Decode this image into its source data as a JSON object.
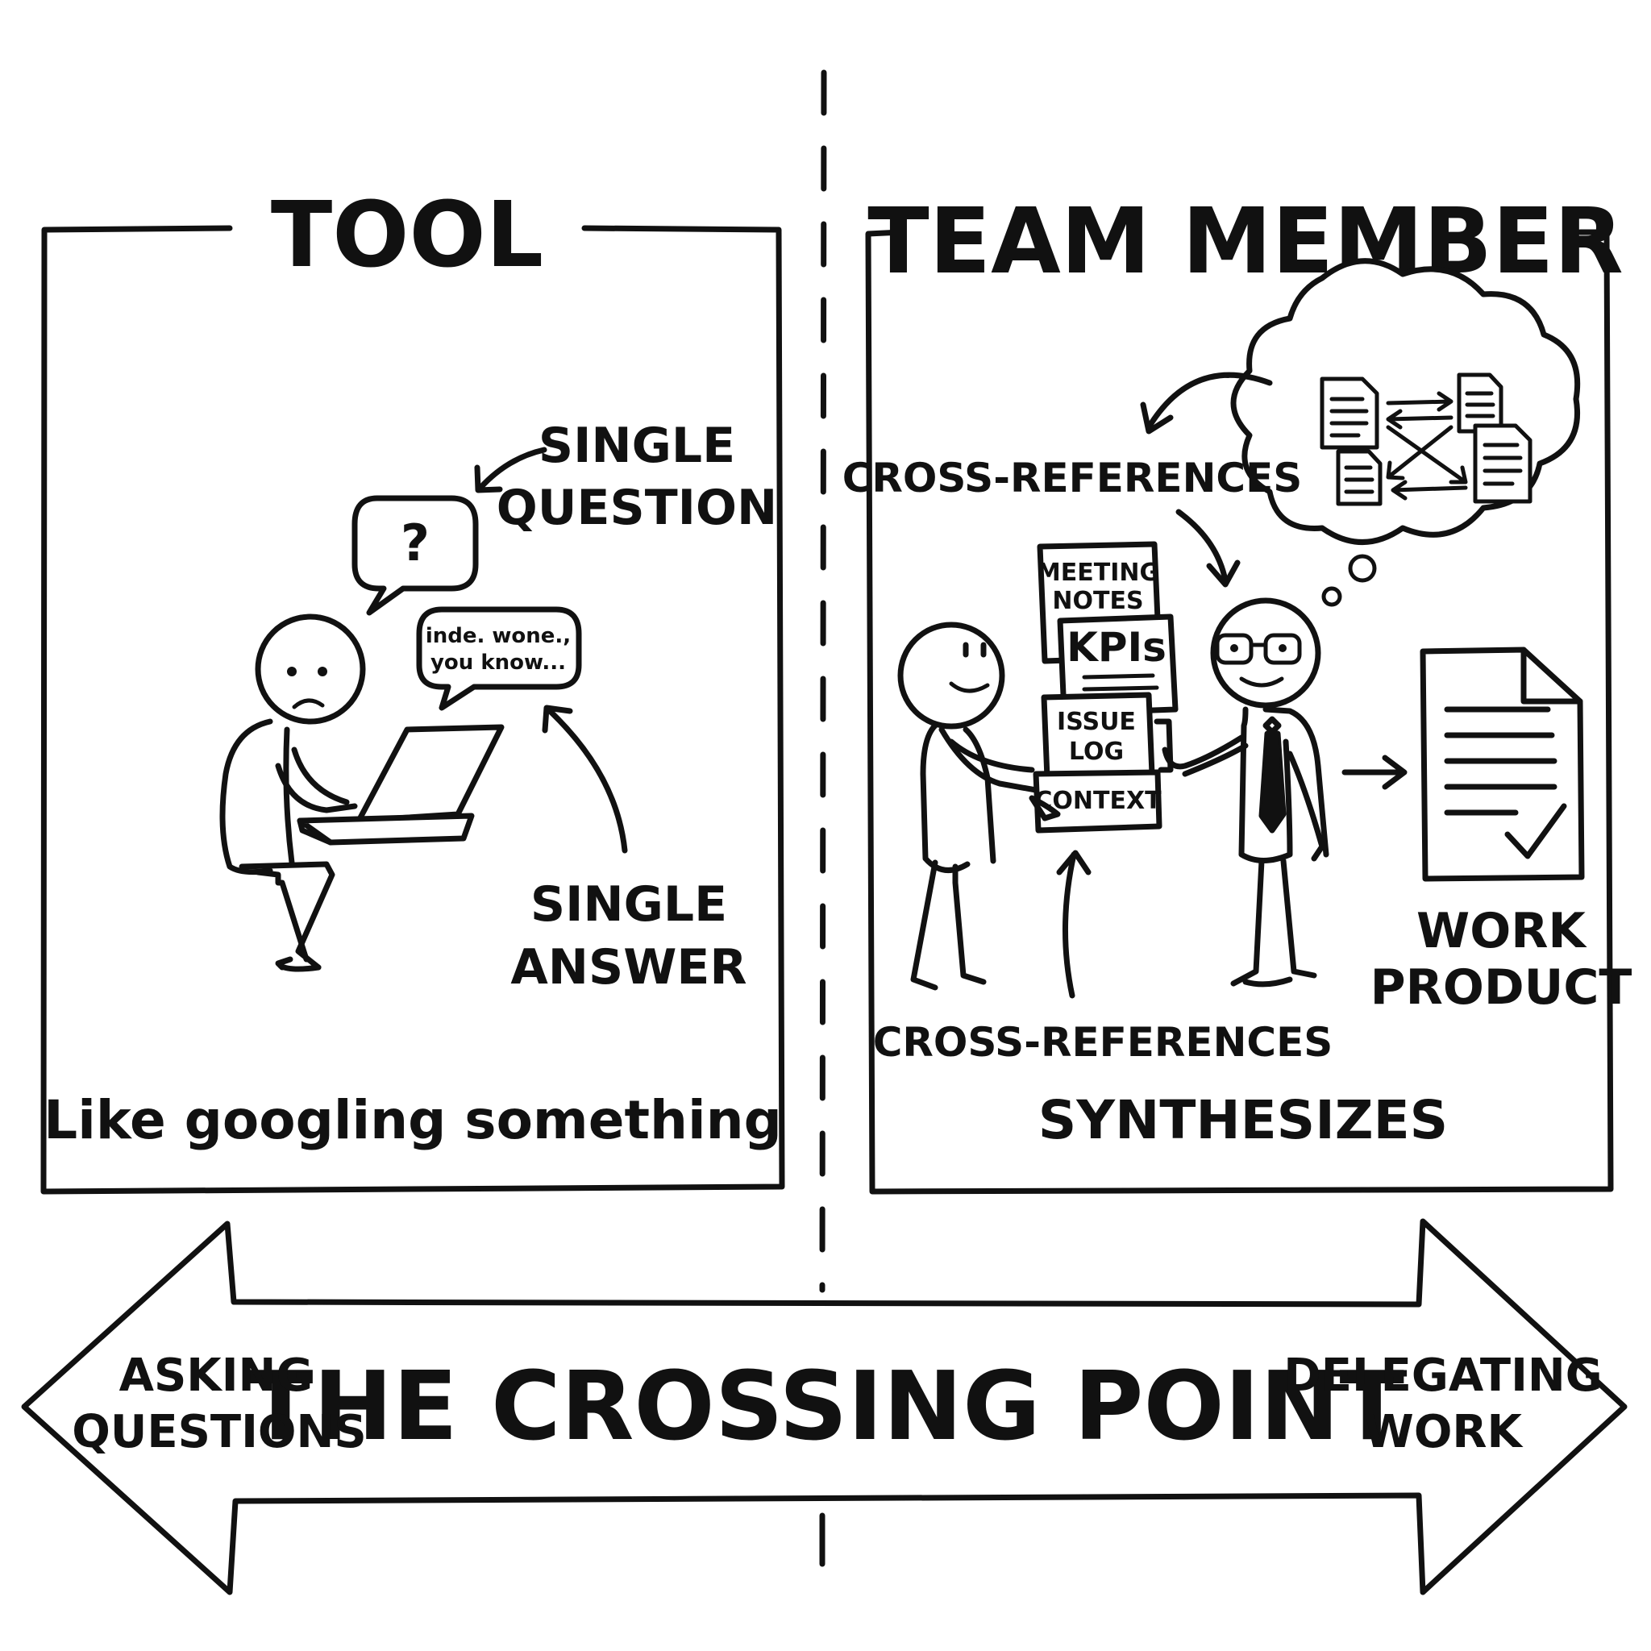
{
  "tool_panel": {
    "title": "TOOL",
    "single_question": [
      "SINGLE",
      "QUESTION"
    ],
    "question_mark": "?",
    "answer_bubble": [
      "inde. wone.,",
      "you know..."
    ],
    "single_answer": [
      "SINGLE",
      "ANSWER"
    ],
    "tagline": "Like googling something"
  },
  "team_panel": {
    "title": "TEAM MEMBER",
    "cross_references_top": "CROSS-REFERENCES",
    "cross_references_bottom": "CROSS-REFERENCES",
    "documents": {
      "meeting_notes": [
        "MEETING",
        "NOTES"
      ],
      "kpis": "KPIs",
      "issue_log": [
        "ISSUE",
        "LOG"
      ],
      "context": "CONTEXT"
    },
    "work_product": [
      "WORK",
      "PRODUCT"
    ],
    "tagline": "SYNTHESIZES"
  },
  "crossing_arrow": {
    "title": "THE CROSSING POINT",
    "left_label": [
      "ASKING",
      "QUESTIONS"
    ],
    "right_label": [
      "DELEGATING",
      "WORK"
    ]
  }
}
